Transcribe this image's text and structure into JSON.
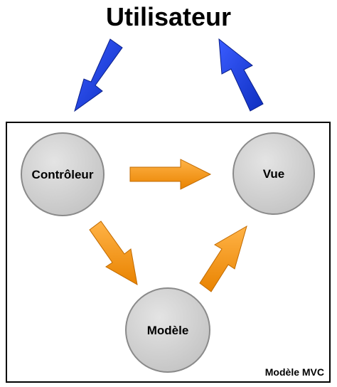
{
  "title": "Utilisateur",
  "nodes": {
    "controleur": "Contrôleur",
    "vue": "Vue",
    "modele": "Modèle"
  },
  "caption": "Modèle MVC",
  "colors": {
    "user_arrows": "#1f3fd6",
    "flow_arrows": "#f5960f",
    "node_fill": "#cfcfcf",
    "frame": "#000000"
  }
}
